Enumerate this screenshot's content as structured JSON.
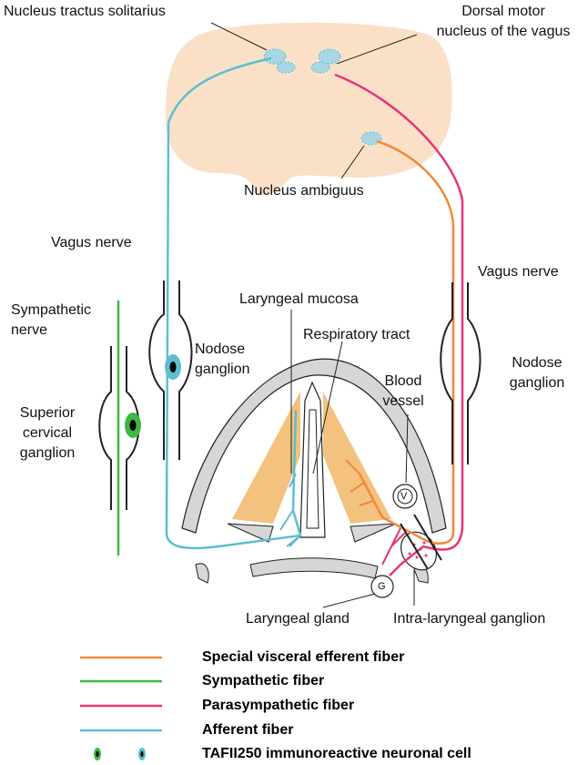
{
  "colors": {
    "special_visceral": "#f08a3a",
    "sympathetic": "#3db843",
    "parasympathetic": "#e8347a",
    "afferent": "#5bbfd0",
    "brainstem": "#fbe0c8",
    "muscle": "#f3c27e",
    "cartilage": "#d6d6d6",
    "outline": "#222222"
  },
  "labels": {
    "nts": "Nucleus tractus solitarius",
    "dmn": "Dorsal motor\nnucleus of the vagus",
    "ambiguus": "Nucleus ambiguus",
    "vagus_left": "Vagus nerve",
    "vagus_right": "Vagus nerve",
    "sympathetic_nerve": "Sympathetic\nnerve",
    "nodose_left": "Nodose\nganglion",
    "nodose_right": "Nodose\nganglion",
    "laryngeal_mucosa": "Laryngeal mucosa",
    "respiratory_tract": "Respiratory tract",
    "blood_vessel": "Blood\nvessel",
    "superior_cervical": "Superior\ncervical\nganglion",
    "vessel_mark": "V",
    "gland_mark": "G",
    "laryngeal_gland": "Laryngeal gland",
    "intra_laryngeal": "Intra-laryngeal ganglion"
  },
  "legend": {
    "items": [
      {
        "label": "Special visceral efferent fiber",
        "color": "#f08a3a",
        "icon": "orange-line"
      },
      {
        "label": "Sympathetic fiber",
        "color": "#3db843",
        "icon": "green-line"
      },
      {
        "label": "Parasympathetic fiber",
        "color": "#e8347a",
        "icon": "pink-line"
      },
      {
        "label": "Afferent fiber",
        "color": "#5bbfd0",
        "icon": "cyan-line"
      }
    ],
    "cell_label": "TAFII250  immunoreactive neuronal cell",
    "cell_icon": "neuronal-cell-icon"
  }
}
